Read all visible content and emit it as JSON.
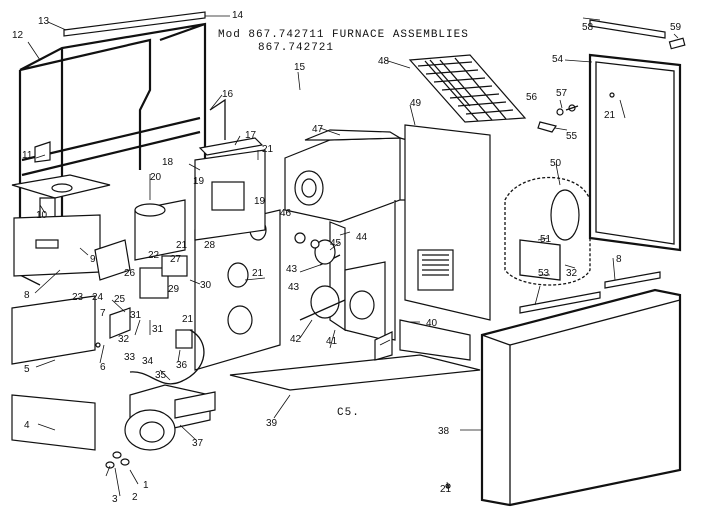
{
  "title": {
    "line1": "Mod 867.742711 FURNACE ASSEMBLIES",
    "line2": "867.742721"
  },
  "stamp": "C5.",
  "labels": [
    "1",
    "2",
    "3",
    "4",
    "5",
    "6",
    "7",
    "8",
    "8",
    "9",
    "10",
    "11",
    "12",
    "13",
    "14",
    "15",
    "16",
    "17",
    "18",
    "19",
    "19",
    "20",
    "21",
    "21",
    "21",
    "21",
    "21",
    "21",
    "22",
    "23",
    "24",
    "25",
    "26",
    "27",
    "28",
    "29",
    "30",
    "31",
    "31",
    "32",
    "32",
    "33",
    "34",
    "35",
    "36",
    "37",
    "38",
    "39",
    "40",
    "41",
    "42",
    "43",
    "43",
    "44",
    "45",
    "46",
    "47",
    "48",
    "49",
    "50",
    "51",
    "53",
    "54",
    "55",
    "56",
    "57",
    "58",
    "59"
  ]
}
